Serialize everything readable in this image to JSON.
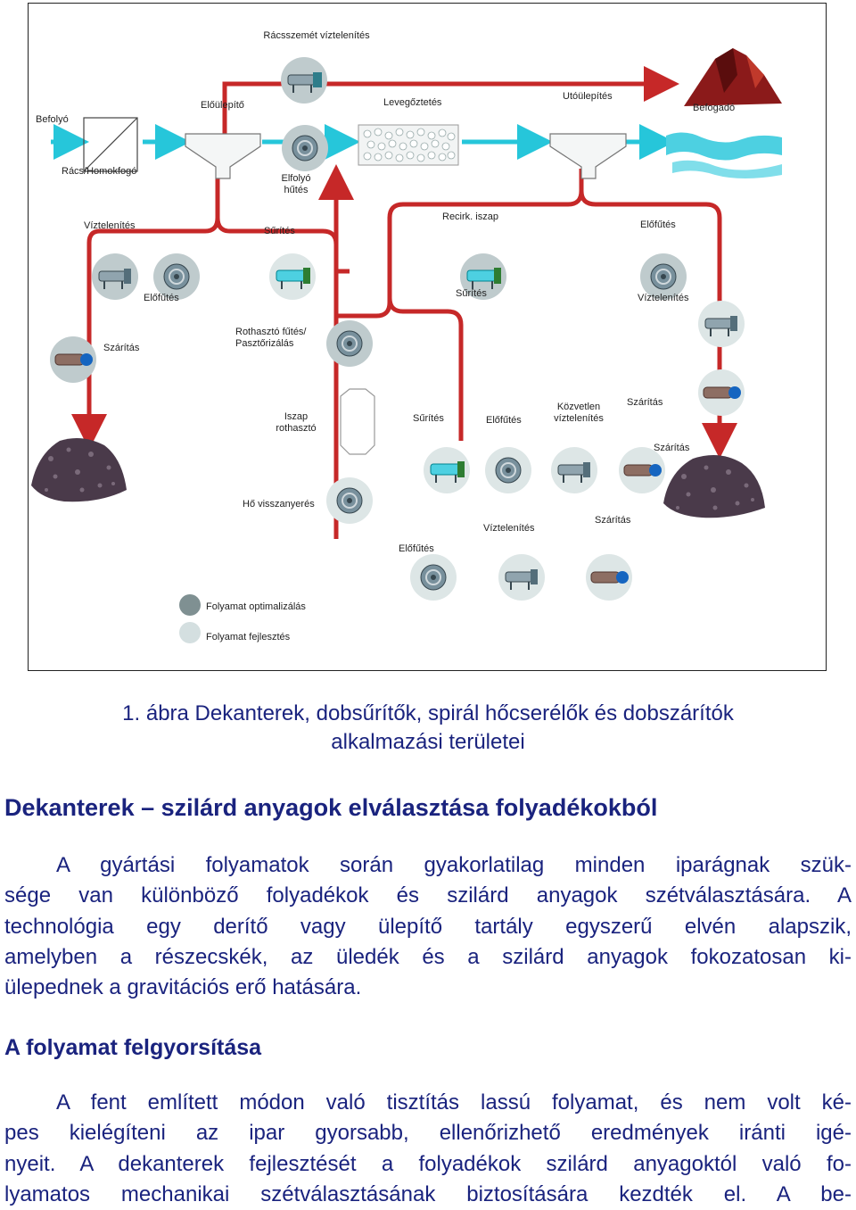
{
  "figure": {
    "labels": {
      "racsszemet": "Rácsszemét víztelenítés",
      "befolyo": "Befolyó",
      "eloulepito": "Előülepítő",
      "levegoztetes": "Levegőztetés",
      "utoulepites": "Utóülepítés",
      "befogado": "Befogadó",
      "racs_homokfogo": "Rács/Homokfogó",
      "elfolyo_hutes": "Elfolyó\nhűtés",
      "viztelenites_1": "Víztelenítés",
      "surites_1": "Sűrítés",
      "recirk_iszap": "Recirk. iszap",
      "elofutes_1": "Előfűtés",
      "elofutes_2": "Előfűtés",
      "surites_2": "Sűrítés",
      "viztelenites_2": "Víztelenítés",
      "szaritas_1": "Szárítás",
      "rothaszto": "Rothasztó fűtés/\nPasztőrizálás",
      "iszap_rothaszto": "Iszap\nrothasztó",
      "surites_3": "Sűrítés",
      "elofutes_3": "Előfűtés",
      "kozvetlen": "Közvetlen\nvíztelenítés",
      "szaritas_2": "Szárítás",
      "szaritas_3": "Szárítás",
      "ho_visszanyeres": "Hő visszanyerés",
      "viztelenites_3": "Víztelenítés",
      "szaritas_4": "Szárítás",
      "elofutes_4": "Előfűtés"
    },
    "legend": {
      "optimalizalas": "Folyamat optimalizálás",
      "fejlesztes": "Folyamat fejlesztés",
      "dark_color": "#7f9092",
      "light_color": "#d4dfe0"
    },
    "colors": {
      "pipe": "#c62828",
      "arrow": "#26c6da",
      "water": "#4dd0e1",
      "mountain": "#8b1a1a"
    }
  },
  "caption": {
    "line1": "1. ábra Dekanterek, dobsűrítők, spirál hőcserélők és dobszárítók",
    "line2": "alkalmazási területei"
  },
  "heading": "Dekanterek – szilárd anyagok elválasztása folyadékokból",
  "paragraph1": {
    "lines": [
      "A gyártási folyamatok során gyakorlatilag minden iparágnak szük-",
      "sége van különböző folyadékok és szilárd anyagok szétválasztására. A",
      "technológia egy derítő vagy ülepítő tartály egyszerű elvén alapszik,",
      "amelyben a részecskék, az üledék és a szilárd anyagok fokozatosan ki-",
      "ülepednek a gravitációs erő hatására."
    ]
  },
  "subheading": "A folyamat felgyorsítása",
  "paragraph2": {
    "lines": [
      "A fent említett módon való tisztítás lassú folyamat, és nem volt ké-",
      "pes kielégíteni az ipar gyorsabb, ellenőrizhető eredmények iránti igé-",
      "nyeit. A dekanterek fejlesztését a folyadékok szilárd anyagoktól való fo-",
      "lyamatos mechanikai szétválasztásának biztosítására kezdték el. A be-"
    ]
  }
}
